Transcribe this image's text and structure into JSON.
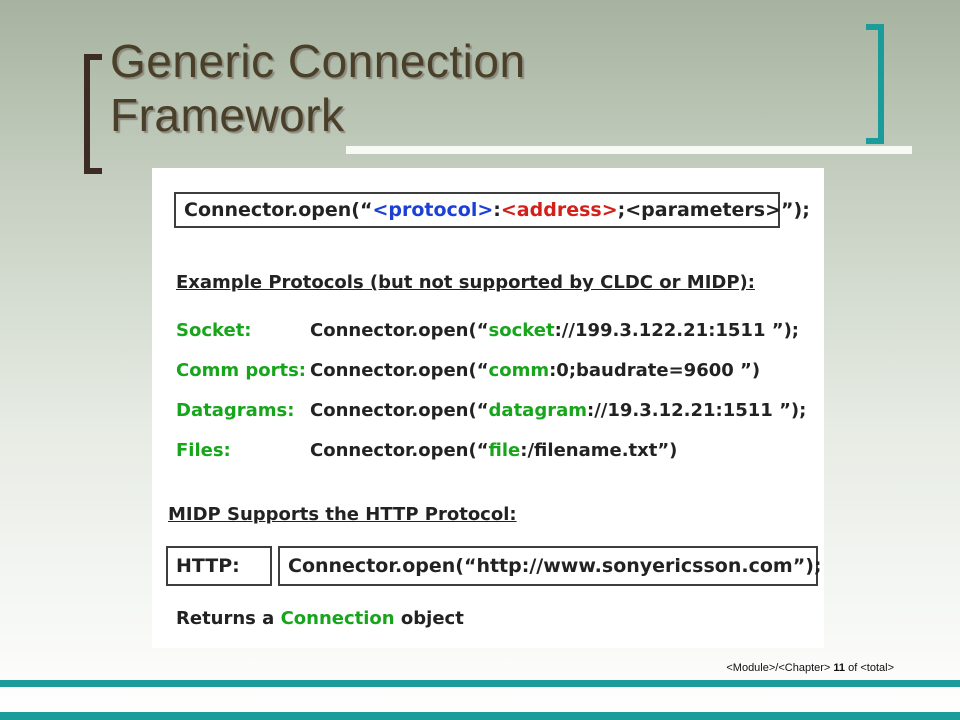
{
  "slide": {
    "title_line1": "Generic Connection",
    "title_line2": "Framework"
  },
  "syntax": {
    "prefix": "Connector.open(“",
    "protocol": "<protocol>",
    "sep1": ":",
    "address": "<address>",
    "sep2": ";",
    "parameters": "<parameters>",
    "suffix": " ”);"
  },
  "examples": {
    "heading": "Example Protocols (but not supported by CLDC or MIDP):",
    "rows": [
      {
        "label": "Socket:",
        "pre": "Connector.open(“",
        "proto": "socket",
        "post": "://199.3.122.21:1511 ”);"
      },
      {
        "label": "Comm ports:",
        "pre": "Connector.open(“",
        "proto": "comm",
        "post": ":0;baudrate=9600 ”)"
      },
      {
        "label": "Datagrams:",
        "pre": "Connector.open(“",
        "proto": "datagram",
        "post": "://19.3.12.21:1511 ”);"
      },
      {
        "label": "Files:",
        "pre": "Connector.open(“",
        "proto": "file",
        "post": ":/filename.txt”)"
      }
    ]
  },
  "http": {
    "heading": "MIDP Supports the HTTP Protocol:",
    "label": "HTTP:",
    "code": "Connector.open(“http://www.sonyericsson.com”);",
    "returns_pre": "Returns a ",
    "returns_word": "Connection",
    "returns_post": " object"
  },
  "footer": {
    "module": "<Module>",
    "slash": "/",
    "chapter": "<Chapter>",
    "page": "11",
    "of": "of",
    "total": "<total>"
  },
  "colors": {
    "protocol": "#1c3fd6",
    "address": "#d3201a",
    "highlight": "#17a51b",
    "accent": "#1a9c9a"
  }
}
